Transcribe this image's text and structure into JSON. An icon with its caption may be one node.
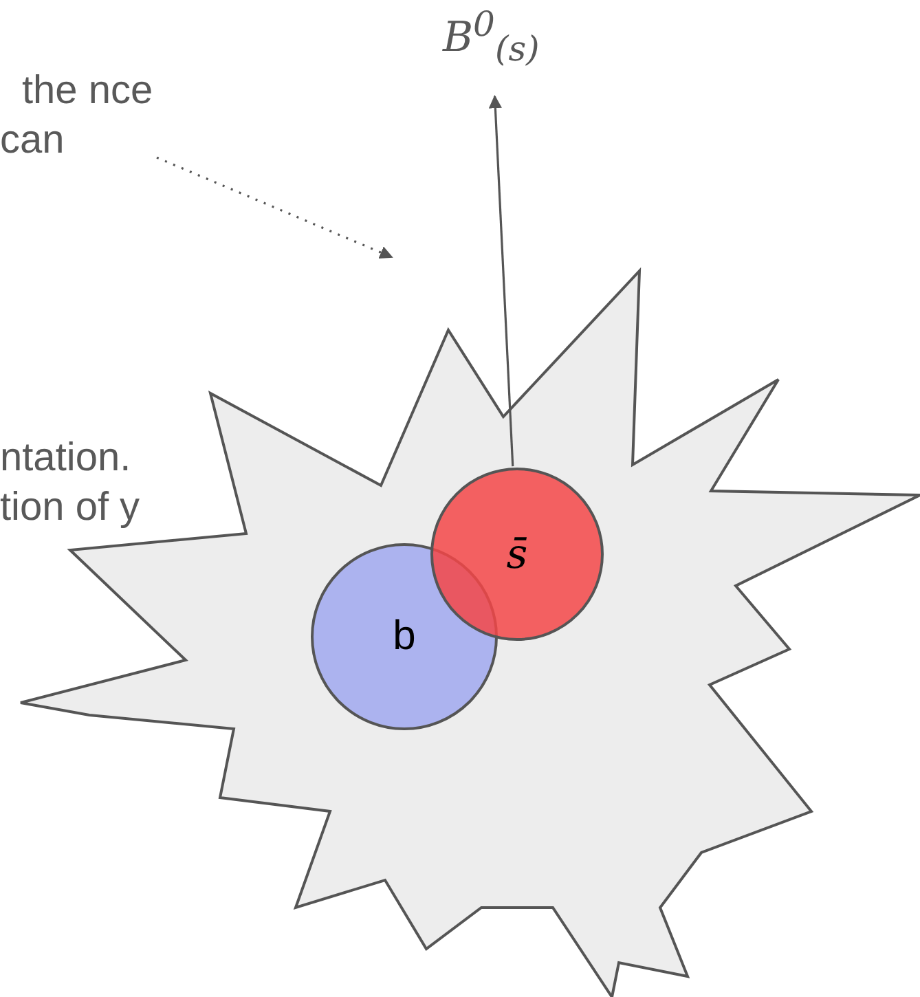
{
  "diagram": {
    "nodes": [
      {
        "text": [
          "B$^{0}$$_{(s)}$"
        ]
      },
      {
        "text": [
          "the nce can"
        ]
      },
      {
        "text": [],
        "shape": "star"
      },
      {
        "text": [
          "b"
        ],
        "in": 2
      },
      {
        "text": [
          "s̄"
        ],
        "in": 2
      }
    ],
    "edges": [
      {
        "from": 1,
        "to": null,
        "arrow": "to",
        "style": "dashed"
      },
      {
        "from": 4,
        "to": 0,
        "arrow": "to"
      }
    ],
    "labels": [
      "ntation. tion of y"
    ]
  }
}
